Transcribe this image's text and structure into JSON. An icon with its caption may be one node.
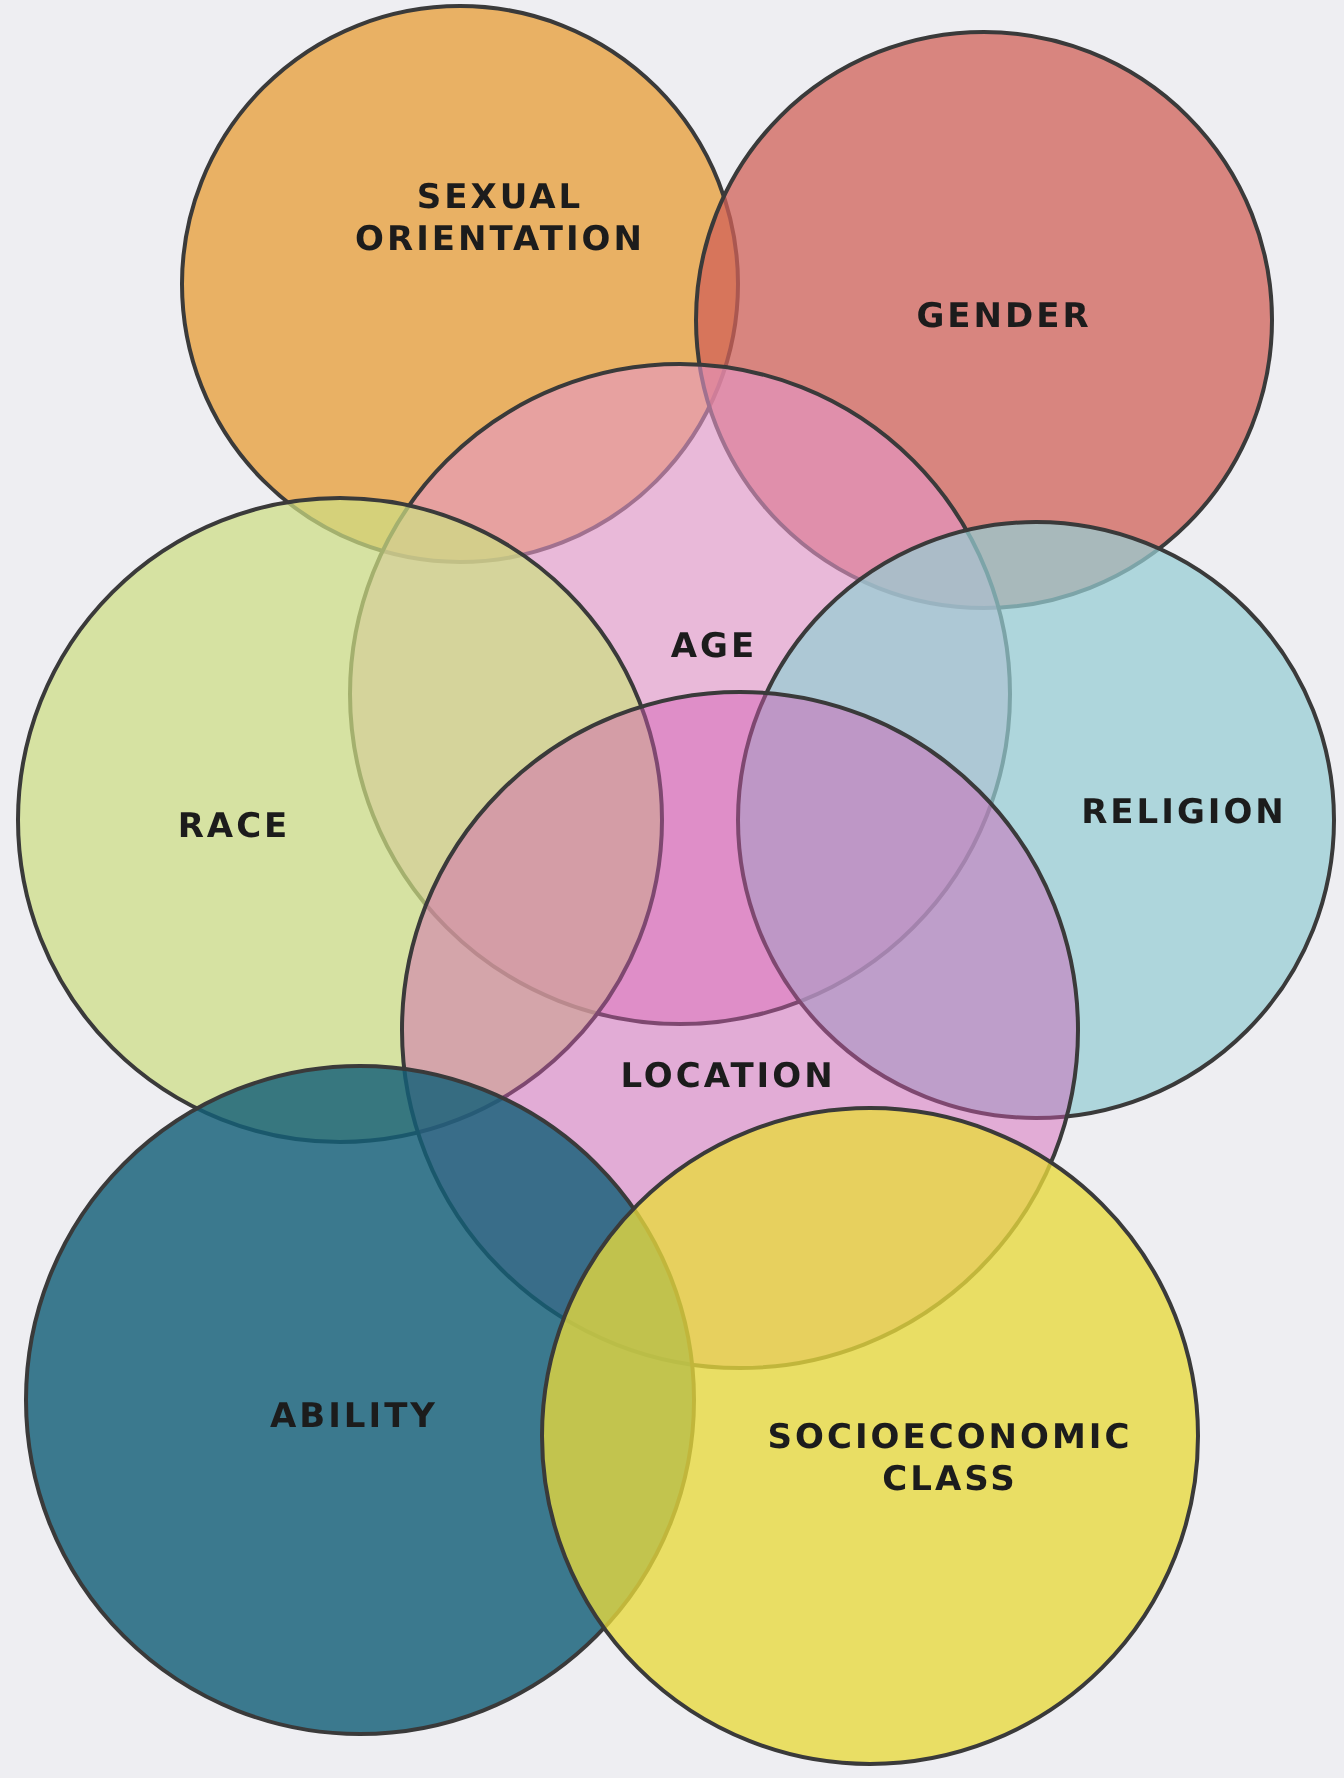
{
  "diagram": {
    "nodes": [
      {
        "text": [
          "SEXUAL ORIENTATION"
        ]
      },
      {
        "text": [
          "GENDER"
        ]
      },
      {
        "text": [
          "AGE"
        ]
      },
      {
        "text": [
          "RACE"
        ]
      },
      {
        "text": [
          "RELIGION"
        ]
      },
      {
        "text": [
          "LOCATION"
        ]
      },
      {
        "text": [
          "ABILITY"
        ]
      },
      {
        "text": [
          "SOCIOECONOMIC CLASS"
        ]
      }
    ]
  }
}
